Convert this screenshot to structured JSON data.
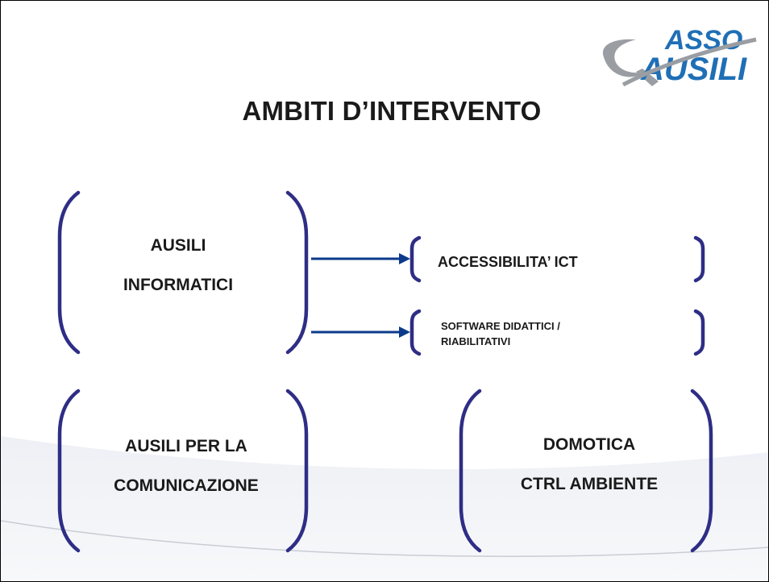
{
  "slide": {
    "title": "AMBITI D’INTERVENTO",
    "logo_text_top": "ASSO",
    "logo_text_bottom": "AUSILI",
    "colors": {
      "brace": "#2e2e86",
      "arrow": "#0b3a8a",
      "logo_blue": "#1f6fb5",
      "logo_gray": "#9a9ea3"
    }
  },
  "boxes": {
    "informatici": {
      "line1": "AUSILI",
      "line2": "INFORMATICI"
    },
    "comunicazione": {
      "line1": "AUSILI PER LA",
      "line2": "COMUNICAZIONE"
    },
    "domotica": {
      "line1": "DOMOTICA",
      "line2": "CTRL AMBIENTE"
    },
    "accessibilita": {
      "label": "ACCESSIBILITA’  ICT"
    },
    "software": {
      "line1": "SOFTWARE DIDATTICI /",
      "line2": "RIABILITATIVI"
    }
  }
}
